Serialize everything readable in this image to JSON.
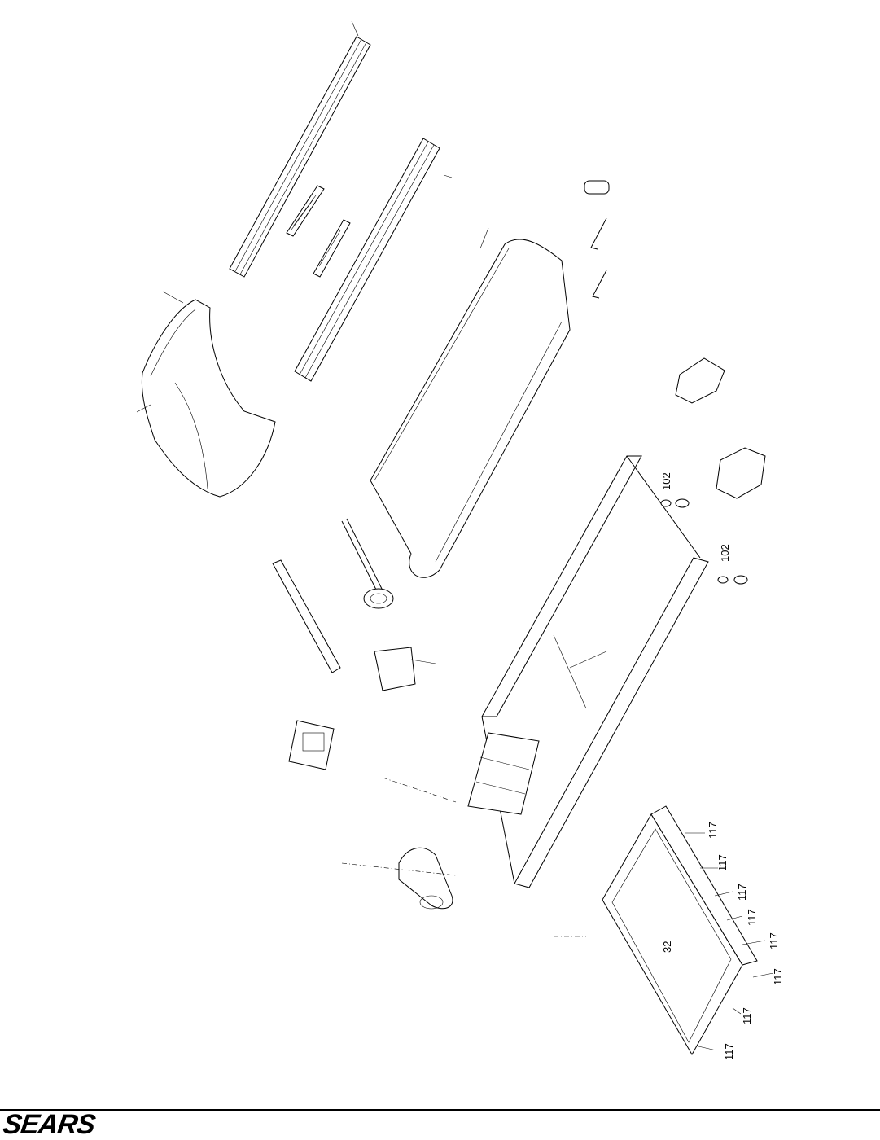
{
  "diagram": {
    "callouts": {
      "bracket_upper": "102",
      "bracket_lower": "102",
      "base_plate": "32",
      "screw_labels": [
        "117",
        "117",
        "117",
        "117",
        "117",
        "117",
        "117",
        "117"
      ]
    }
  },
  "footer": {
    "brand": "SEARS"
  }
}
